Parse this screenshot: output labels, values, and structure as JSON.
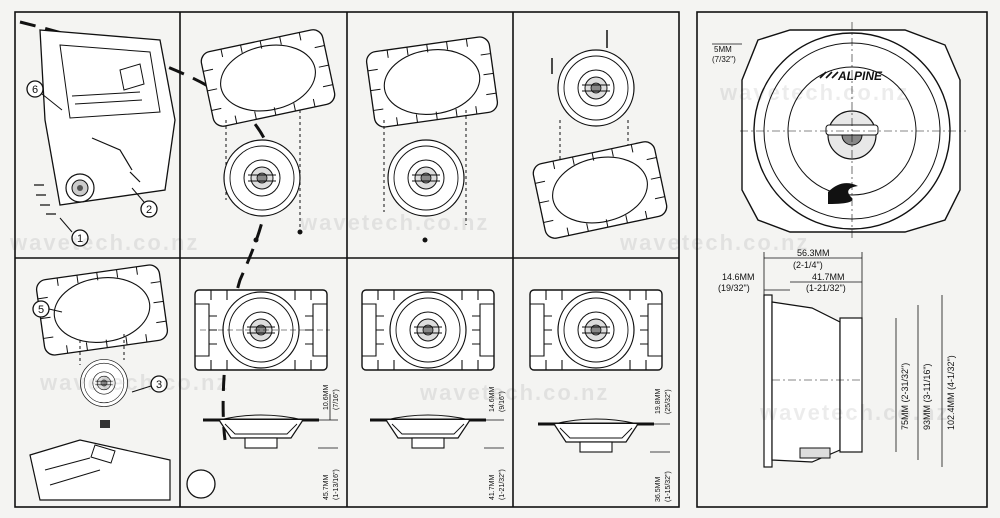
{
  "watermark": "wavetech.co.nz",
  "callouts": {
    "c1": "1",
    "c2": "2",
    "c3": "3",
    "c5": "5",
    "c6": "6"
  },
  "panels": {
    "p6": {
      "depth_mm": "10.6MM",
      "depth_in": "(7/16\")",
      "total_mm": "45.7MM",
      "total_in": "(1-13/16\")"
    },
    "p7": {
      "depth_mm": "14.6MM",
      "depth_in": "(9/16\")",
      "total_mm": "41.7MM",
      "total_in": "(1-21/32\")"
    },
    "p8": {
      "depth_mm": "19.8MM",
      "depth_in": "(25/32\")",
      "total_mm": "36.5MM",
      "total_in": "(1-15/32\")"
    }
  },
  "drawing": {
    "brand": "ALPINE",
    "dim_flange_thickness_mm": "5MM",
    "dim_flange_thickness_in": "(7/32\")",
    "dim_overall_depth_mm": "56.3MM",
    "dim_overall_depth_in": "(2-1/4\")",
    "dim_front_mm": "14.6MM",
    "dim_front_in": "(19/32\")",
    "dim_rear_mm": "41.7MM",
    "dim_rear_in": "(1-21/32\")",
    "dim_magnet_dia": "75MM (2-31/32\")",
    "dim_basket_dia": "93MM (3-11/16\")",
    "dim_outer_dia": "102.4MM (4-1/32\")"
  }
}
